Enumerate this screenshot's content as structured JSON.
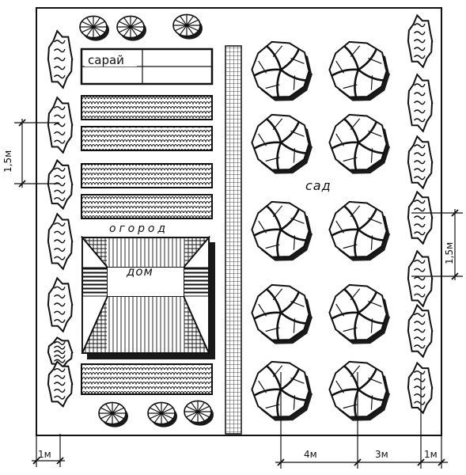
{
  "labels": {
    "shed": "сарай",
    "garden": "огород",
    "house": "дом",
    "orchard": "сад"
  },
  "dimensions": {
    "left_hedge_spacing": "1,5м",
    "right_hedge_spacing": "1,5м",
    "bottom_left_width": "1м",
    "tree_spacing": "4м",
    "tree_to_hedge": "3м",
    "bottom_right_width": "1м"
  },
  "colors": {
    "ink": "#111111",
    "paper": "#ffffff",
    "shadow": "#1a1a1a"
  }
}
